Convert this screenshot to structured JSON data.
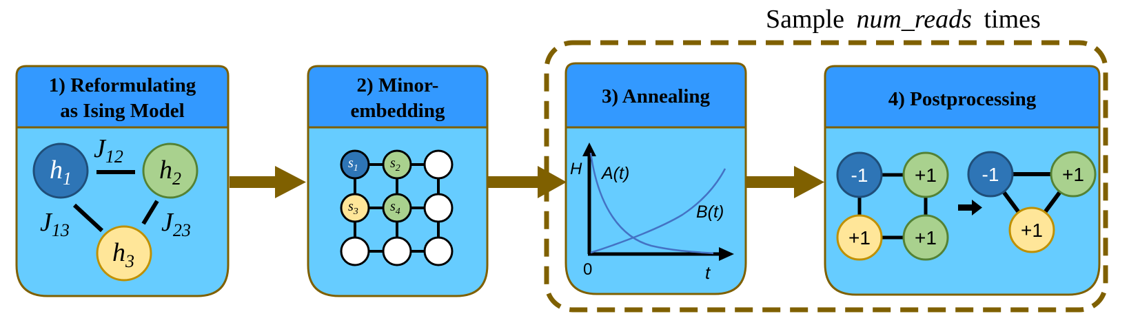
{
  "sample_label": {
    "prefix": "Sample",
    "emphasis": "num_reads",
    "suffix": "times"
  },
  "colors": {
    "panel_body": "#66ccff",
    "panel_header": "#3399ff",
    "panel_border": "#7f6000",
    "arrow": "#7f6000",
    "node_blue": "#2e75b6",
    "node_green": "#a9d18e",
    "node_yellow": "#ffe699",
    "node_white": "#ffffff",
    "curve": "#4472c4"
  },
  "panels": [
    {
      "title_line1": "1) Reformulating",
      "title_line2": "as Ising Model"
    },
    {
      "title_line1": "2) Minor-",
      "title_line2": "embedding"
    },
    {
      "title_line1": "3) Annealing"
    },
    {
      "title_line1": "4) Postprocessing"
    }
  ],
  "ising": {
    "h1": {
      "base": "h",
      "sub": "1"
    },
    "h2": {
      "base": "h",
      "sub": "2"
    },
    "h3": {
      "base": "h",
      "sub": "3"
    },
    "j12": {
      "base": "J",
      "sub": "12"
    },
    "j13": {
      "base": "J",
      "sub": "13"
    },
    "j23": {
      "base": "J",
      "sub": "23"
    }
  },
  "embedding": {
    "s1": {
      "base": "s",
      "sub": "1"
    },
    "s2": {
      "base": "s",
      "sub": "2"
    },
    "s3": {
      "base": "s",
      "sub": "3"
    },
    "s4": {
      "base": "s",
      "sub": "4"
    }
  },
  "annealing": {
    "y_axis": "H",
    "x_axis": "t",
    "origin": "0",
    "curve_a": "A(t)",
    "curve_b": "B(t)"
  },
  "postprocessing": {
    "left": {
      "top_left": "-1",
      "top_right": "+1",
      "bottom_left": "+1",
      "bottom_right": "+1"
    },
    "right": {
      "left": "-1",
      "right": "+1",
      "bottom": "+1"
    }
  }
}
